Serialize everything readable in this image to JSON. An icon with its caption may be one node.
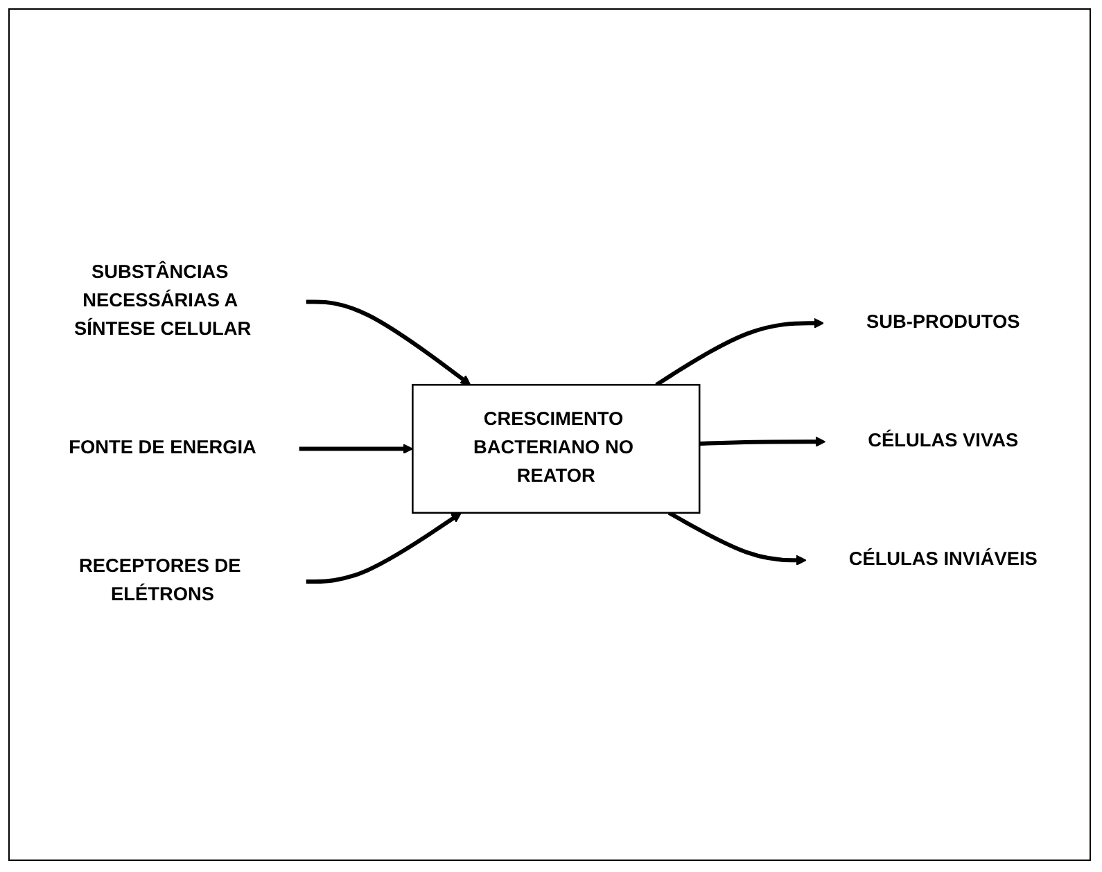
{
  "diagram": {
    "nodes": [
      {
        "text": [
          "SUBSTÂNCIAS NECESSÁRIAS A SÍNTESE CELULAR"
        ]
      },
      {
        "text": [
          "FONTE DE ENERGIA"
        ]
      },
      {
        "text": [
          "RECEPTORES DE ELÉTRONS"
        ]
      },
      {
        "text": [
          "CRESCIMENTO BACTERIANO NO REATOR"
        ]
      },
      {
        "text": [
          "SUB-PRODUTOS"
        ]
      },
      {
        "text": [
          "CÉLULAS VIVAS"
        ]
      },
      {
        "text": [
          "CÉLULAS INVIÁVEIS"
        ]
      }
    ],
    "edges": [
      {
        "from": 0,
        "to": 3,
        "arrow": "to"
      },
      {
        "from": 1,
        "to": 3,
        "arrow": "to"
      },
      {
        "from": 2,
        "to": 3,
        "arrow": "to"
      },
      {
        "from": 3,
        "to": 4,
        "arrow": "to"
      },
      {
        "from": 3,
        "to": 5,
        "arrow": "to"
      },
      {
        "from": 3,
        "to": 6,
        "arrow": "to"
      }
    ]
  }
}
